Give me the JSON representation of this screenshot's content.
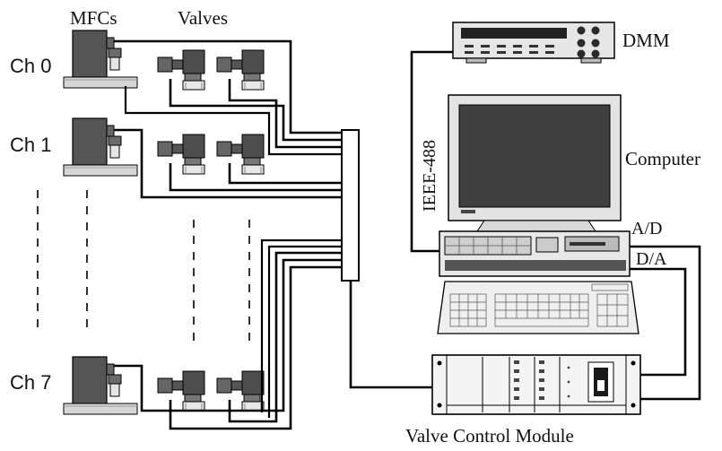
{
  "labels": {
    "mfcs": "MFCs",
    "valves": "Valves",
    "dmm": "DMM",
    "computer": "Computer",
    "ieee": "IEEE-488",
    "ad": "A/D",
    "da": "D/A",
    "vcm": "Valve Control Module"
  },
  "channels": [
    "Ch 0",
    "Ch 1",
    "Ch 7"
  ],
  "colors": {
    "device_dark": "#4a4a4a",
    "device_mid": "#7a7a7a",
    "device_light": "#d0d0d0",
    "line": "#000000"
  }
}
